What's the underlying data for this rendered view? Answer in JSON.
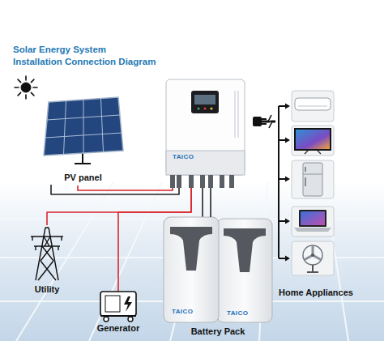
{
  "diagram": {
    "title": "Solar Energy System Installation Connection Diagram",
    "nodes": [
      {
        "text": [
          "PV panel"
        ]
      },
      {
        "text": [
          "TAICO"
        ]
      },
      {
        "text": [
          "Home Appliances"
        ]
      },
      {
        "text": [
          "Utility"
        ]
      },
      {
        "text": [
          "Battery Pack"
        ]
      },
      {
        "text": [
          "TAICO"
        ],
        "in": 4
      },
      {
        "text": [
          "TAICO"
        ],
        "in": 4
      },
      {
        "text": [
          "Generator"
        ]
      }
    ],
    "edges": [
      {
        "from": 0,
        "to": 1,
        "arrow": "none"
      },
      {
        "from": 1,
        "to": 2,
        "arrow": "none"
      },
      {
        "from": 1,
        "to": 3,
        "arrow": "none"
      },
      {
        "from": 1,
        "to": 7,
        "arrow": "none"
      },
      {
        "from": 1,
        "to": 4,
        "arrow": "none"
      }
    ]
  }
}
